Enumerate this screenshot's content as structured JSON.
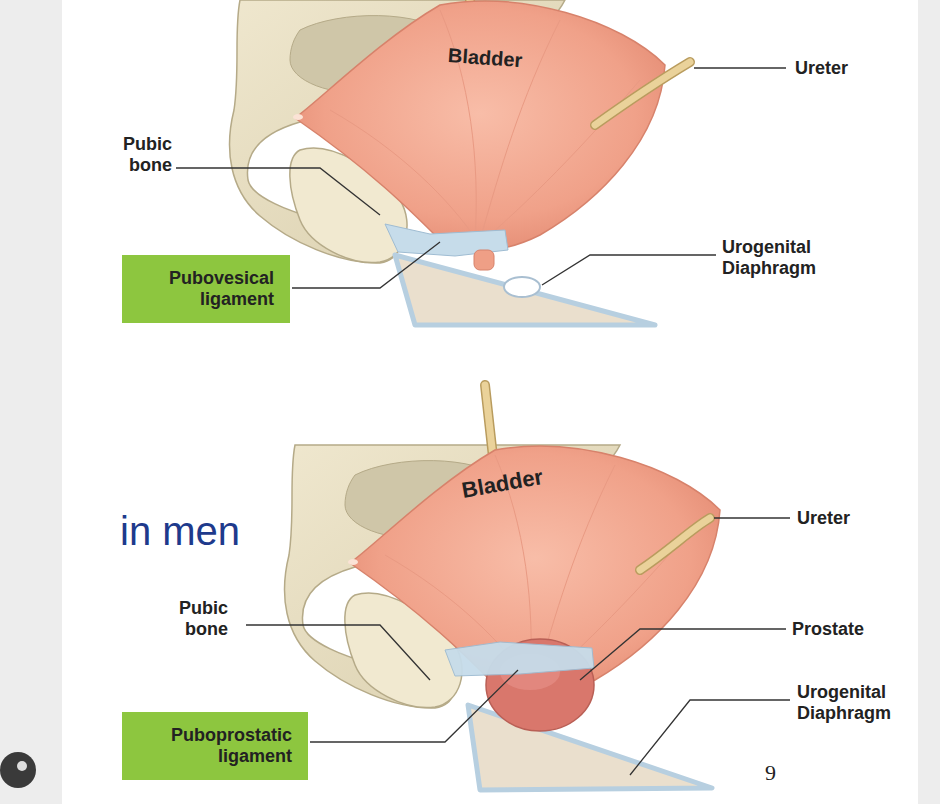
{
  "diagram": {
    "nodes": [
      {
        "text": [
          "Pubovesical ligament"
        ]
      },
      {
        "text": [
          "Puboprostatic ligament"
        ]
      }
    ],
    "labels": [
      "Bladder",
      "Ureter",
      "Pubic bone",
      "Urogenital Diaphragm",
      "in men",
      "Bladder",
      "Ureter",
      "Pubic bone",
      "Prostate",
      "Urogenital Diaphragm",
      "9"
    ]
  }
}
